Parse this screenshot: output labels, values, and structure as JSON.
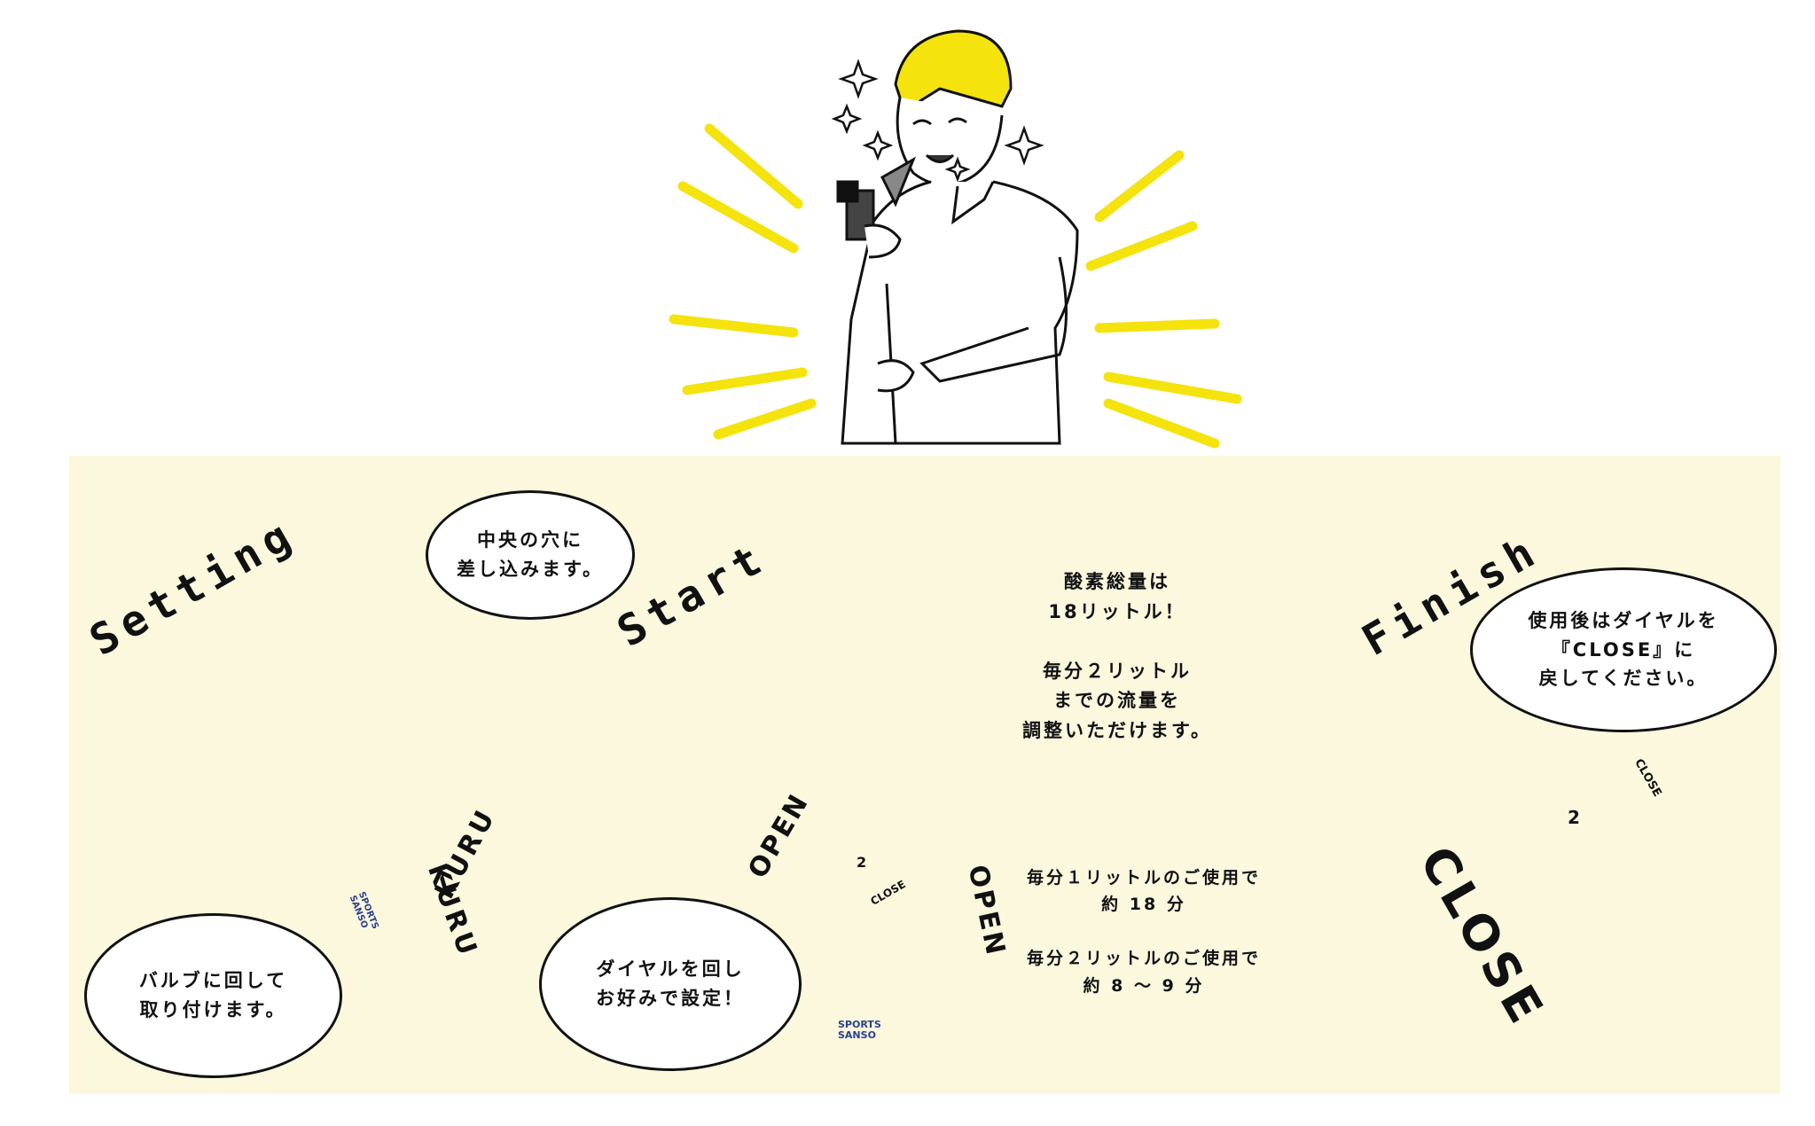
{
  "sections": {
    "setting": {
      "title": "Setting",
      "bubble_top": "中央の穴に\n差し込みます。",
      "bubble_bottom": "バルブに回して\n取り付けます。",
      "kuru1": "KURU",
      "kuru2": "KURU",
      "can_brand": "SPORTS\nSANSO"
    },
    "start": {
      "title": "Start",
      "cloud_top": "酸素総量は\n18リットル！\n\n毎分２リットル\nまでの流量を\n調整いただけます。",
      "cloud_bottom": "毎分１リットルのご使用で\n約 18 分\n\n毎分２リットルのご使用で\n約 8 ～ 9 分",
      "bubble": "ダイヤルを回し\nお好みで設定！",
      "arrow_left": "OPEN",
      "arrow_right": "OPEN",
      "dial_num": "2",
      "dial_label": "CLOSE",
      "can_brand": "SPORTS\nSANSO"
    },
    "finish": {
      "title": "Finish",
      "bubble": "使用後はダイヤルを\n『CLOSE』に\n戻してください。",
      "arrow": "CLOSE",
      "dial_num": "2",
      "dial_label": "CLOSE"
    }
  },
  "colors": {
    "panel": "#fbf8de",
    "yellow": "#f0de00",
    "accent_blue": "#2f9ad8",
    "light_blue": "#9fd3ec",
    "dark": "#222222",
    "gold": "#c9bd75"
  }
}
